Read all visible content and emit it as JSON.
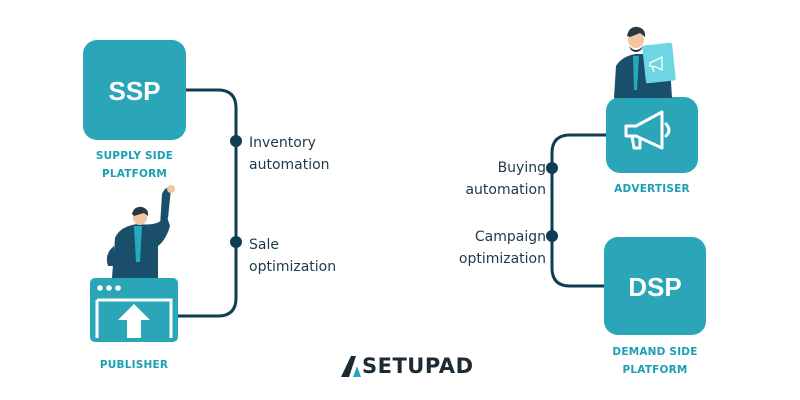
{
  "ssp": {
    "box_label": "SSP",
    "caption_line1": "SUPPLY SIDE",
    "caption_line2": "PLATFORM"
  },
  "publisher": {
    "caption": "PUBLISHER"
  },
  "dsp": {
    "box_label": "DSP",
    "caption_line1": "DEMAND SIDE",
    "caption_line2": "PLATFORM"
  },
  "advertiser": {
    "caption": "ADVERTISER"
  },
  "left_notes": [
    {
      "line1": "Inventory",
      "line2": "automation"
    },
    {
      "line1": "Sale",
      "line2": "optimization"
    }
  ],
  "right_notes": [
    {
      "line1": "Buying",
      "line2": "automation"
    },
    {
      "line1": "Campaign",
      "line2": "optimization"
    }
  ],
  "brand": {
    "name": "SETUPAD"
  },
  "colors": {
    "teal": "#2aa6b8",
    "navy": "#0f3e54",
    "caption": "#1b9fb4",
    "text": "#1e3a4a"
  }
}
